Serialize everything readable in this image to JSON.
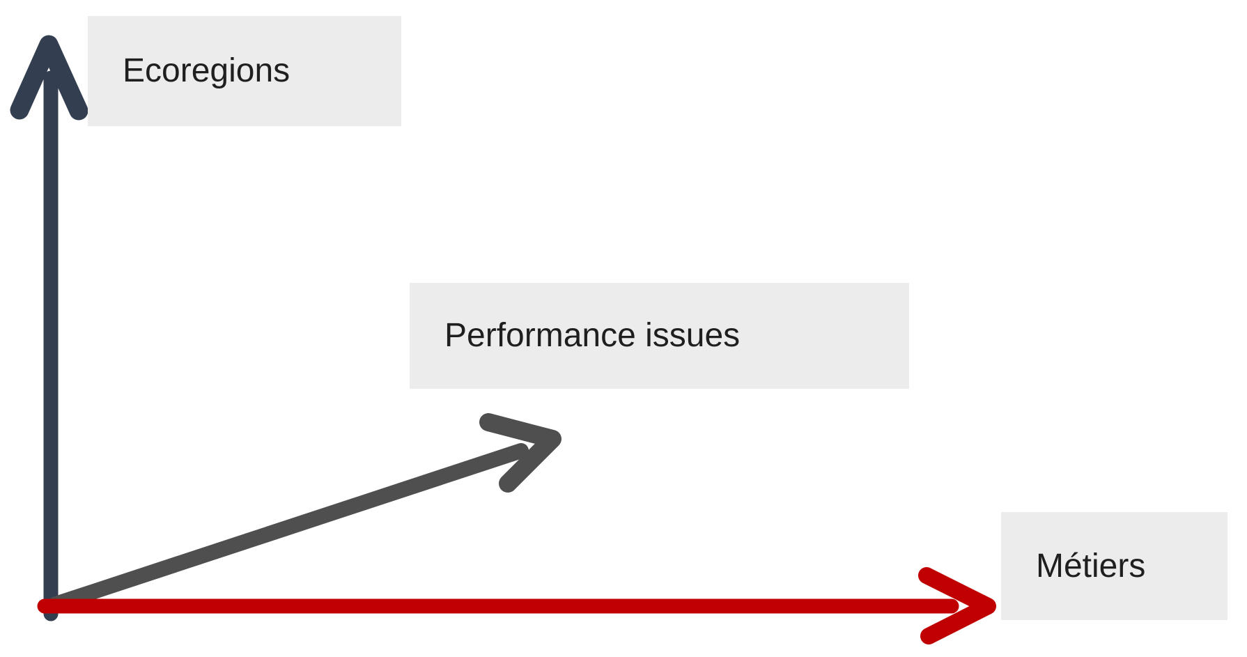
{
  "diagram": {
    "axes": [
      {
        "id": "ecoregions",
        "label": "Ecoregions",
        "direction": "up",
        "arrow_color": "#333F50"
      },
      {
        "id": "performance-issues",
        "label": "Performance issues",
        "direction": "up-right",
        "arrow_color": "#4F4F4F"
      },
      {
        "id": "metiers",
        "label": "Métiers",
        "direction": "right",
        "arrow_color": "#C00000"
      }
    ],
    "label_box": {
      "fill": "#ECECEC",
      "text_color": "#1F1F1F"
    },
    "background": "#FFFFFF"
  }
}
